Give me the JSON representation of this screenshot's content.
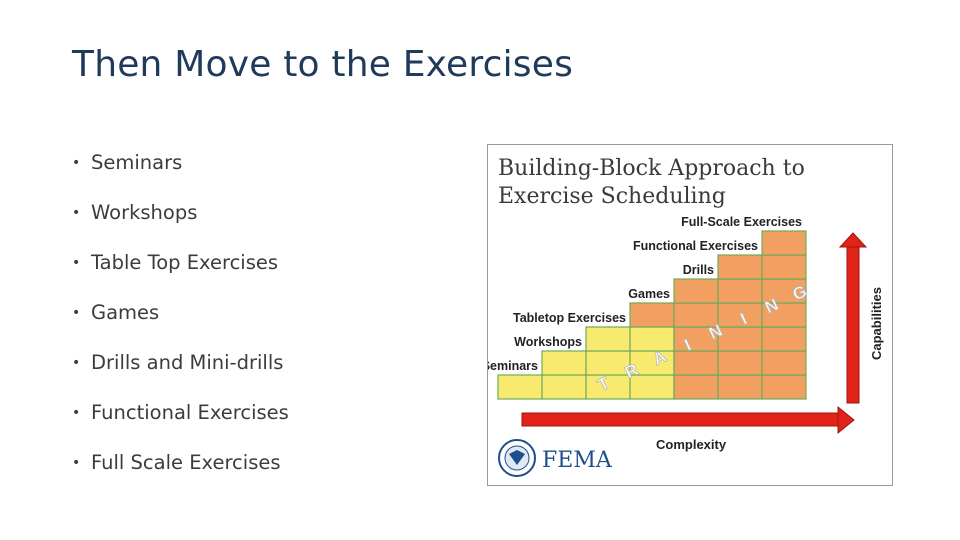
{
  "title": "Then Move to the Exercises",
  "bullets": [
    "Seminars",
    "Workshops",
    "Table Top Exercises",
    "Games",
    "Drills and Mini-drills",
    "Functional Exercises",
    "Full Scale Exercises"
  ],
  "figure": {
    "title_line1": "Building-Block Approach to",
    "title_line2": "Exercise Scheduling",
    "steps": [
      "Seminars",
      "Workshops",
      "Tabletop Exercises",
      "Games",
      "Drills",
      "Functional Exercises",
      "Full-Scale Exercises"
    ],
    "training_letters": [
      "T",
      "R",
      "A",
      "I",
      "N",
      "I",
      "N",
      "G"
    ],
    "x_axis_label": "Complexity",
    "y_axis_label": "Capabilities",
    "logo_text": "FEMA",
    "colors": {
      "yellow": "#f7ea6e",
      "orange": "#f2a062",
      "grid": "#6faa5a",
      "arrow_red": "#e2231a",
      "title": "#3a3a3a"
    }
  }
}
